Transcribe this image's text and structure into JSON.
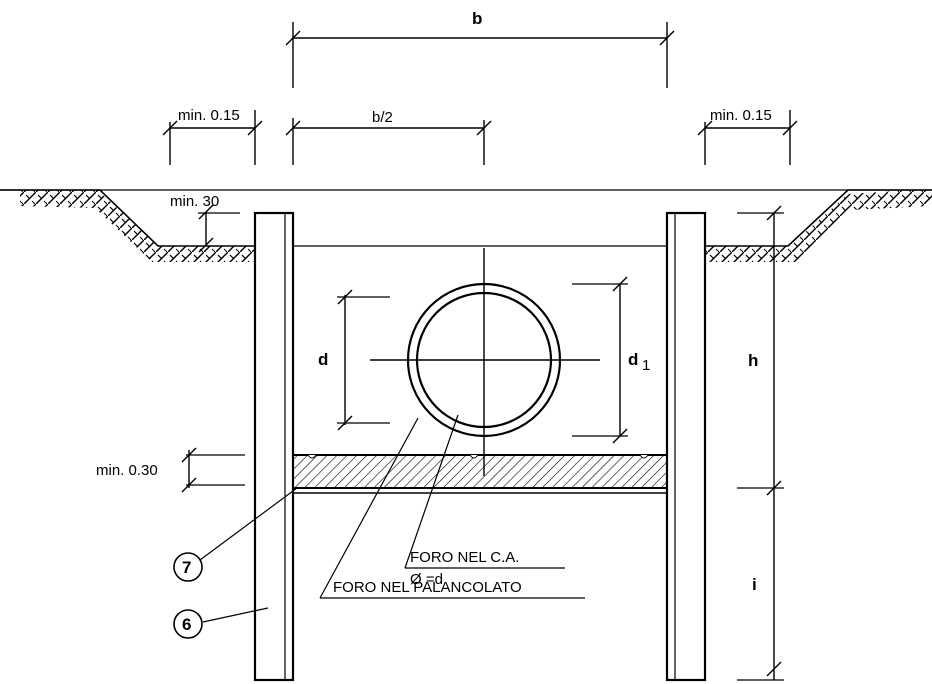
{
  "dimensions": {
    "b": "b",
    "b_half": "b/2",
    "min_left": "min. 0.15",
    "min_right": "min. 0.15",
    "min_30": "min. 30",
    "min_030": "min. 0.30",
    "d": "d",
    "d1_main": "d",
    "d1_sub": "1",
    "h": "h",
    "i": "i"
  },
  "callouts": {
    "c7": "7",
    "c6": "6"
  },
  "notes": {
    "foro_ca": "FORO  NEL C.A.",
    "diameter": "Ø  =d",
    "foro_palancolato": "FORO  NEL PALANCOLATO"
  },
  "colors": {
    "ink": "#000000",
    "paper": "#ffffff"
  }
}
